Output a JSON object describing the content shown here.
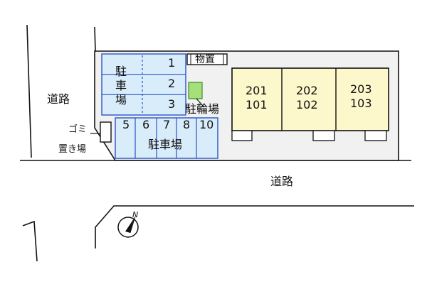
{
  "labels": {
    "road_west": "道路",
    "road_south": "道路",
    "garbage": [
      "ゴミ",
      "置き場"
    ],
    "storage": "物置",
    "bicycle_parking": "駐輪場",
    "parking_vertical": [
      "駐",
      "車",
      "場"
    ],
    "parking_horizontal": "駐車場",
    "north": "N"
  },
  "parking_spaces": {
    "west_column": [
      "1",
      "2",
      "3"
    ],
    "south_row": [
      "5",
      "6",
      "7",
      "8",
      "10"
    ]
  },
  "units": [
    {
      "upper": "201",
      "lower": "101"
    },
    {
      "upper": "202",
      "lower": "102"
    },
    {
      "upper": "203",
      "lower": "103"
    }
  ],
  "colors": {
    "parking": "#d8ecfa",
    "parking_line": "#2a54c8",
    "building": "#fdf7cc",
    "site": "#f1f1f1",
    "bicycle": "#a6e07a",
    "line": "#111111"
  }
}
